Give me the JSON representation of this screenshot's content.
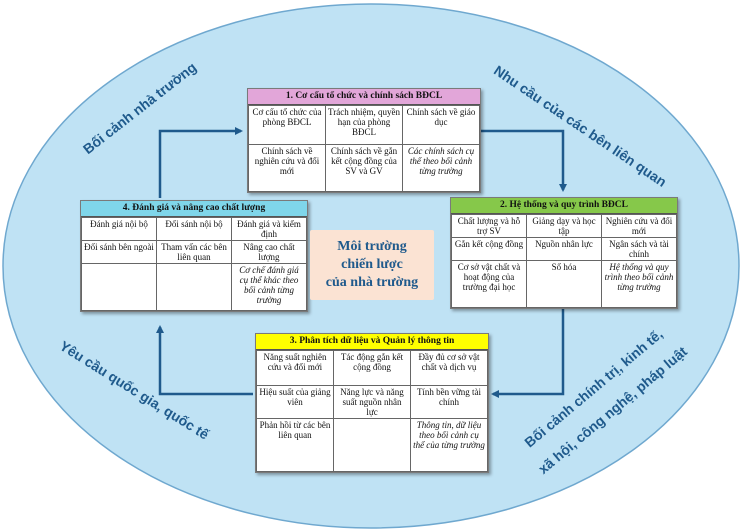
{
  "center": {
    "line1": "Môi trường",
    "line2": "chiến lược",
    "line3": "của nhà trường"
  },
  "context_labels": {
    "top_left": "Bối cảnh nhà trường",
    "top_right": "Nhu cầu của các bên liên quan",
    "bottom_left": "Yêu cầu quốc gia, quốc tế",
    "bottom_right_line1": "Bối cảnh chính trị, kinh tế,",
    "bottom_right_line2": "xã hội, công nghệ, pháp luật"
  },
  "boxes": {
    "b1": {
      "title": "1. Cơ cấu tổ chức và chính sách BĐCL",
      "header_color": "#e2a6d9",
      "rows": [
        [
          "Cơ cấu tổ chức của phòng BĐCL",
          "Trách nhiệm, quyền hạn của phòng BĐCL",
          "Chính sách về giáo dục"
        ],
        [
          "Chính sách về nghiên cứu và đổi mới",
          "Chính sách về gắn kết cộng đồng của SV và GV",
          "Các chính sách cụ thể theo bối cảnh từng trường"
        ]
      ]
    },
    "b2": {
      "title": "2. Hệ thống và quy trình BĐCL",
      "header_color": "#86c84a",
      "rows": [
        [
          "Chất lượng và hỗ trợ SV",
          "Giảng dạy và học tập",
          "Nghiên cứu và đổi mới"
        ],
        [
          "Gắn kết cộng đồng",
          "Nguồn nhân lực",
          "Ngân sách và tài chính"
        ],
        [
          "Cơ sở vật chất và hoạt động của trường đại học",
          "Số hóa",
          "Hệ thống và quy trình theo bối cảnh từng trường"
        ]
      ]
    },
    "b3": {
      "title": "3. Phân tích dữ liệu và Quản lý thông tin",
      "header_color": "#ffff00",
      "rows": [
        [
          "Năng suất nghiên cứu và đổi mới",
          "Tác động gắn kết cộng đồng",
          "Đầy đủ cơ sở vật chất và dịch vụ"
        ],
        [
          "Hiệu suất của giảng viên",
          "Năng lực và năng suất nguồn nhân lực",
          "Tính bền vững tài chính"
        ],
        [
          "Phản hồi từ các bên liên quan",
          "",
          "Thông tin, dữ liệu theo bối cảnh cụ thể của từng trường"
        ]
      ]
    },
    "b4": {
      "title": "4. Đánh giá và nâng cao chất lượng",
      "header_color": "#7fd6ea",
      "rows": [
        [
          "Đánh giá nội bộ",
          "Đối sánh nội bộ",
          "Đánh giá và kiểm định"
        ],
        [
          "Đối sánh bên ngoài",
          "Tham vấn các bên liên quan",
          "Nâng cao chất lượng"
        ],
        [
          "",
          "",
          "Cơ chế đánh giá cụ thể khác theo bối cảnh từng trường"
        ]
      ]
    }
  },
  "colors": {
    "ellipse_fill": "#bfe2f4",
    "ellipse_stroke": "#6fa8cf",
    "arrow": "#1f5a8c",
    "text": "#1f5a8c"
  }
}
